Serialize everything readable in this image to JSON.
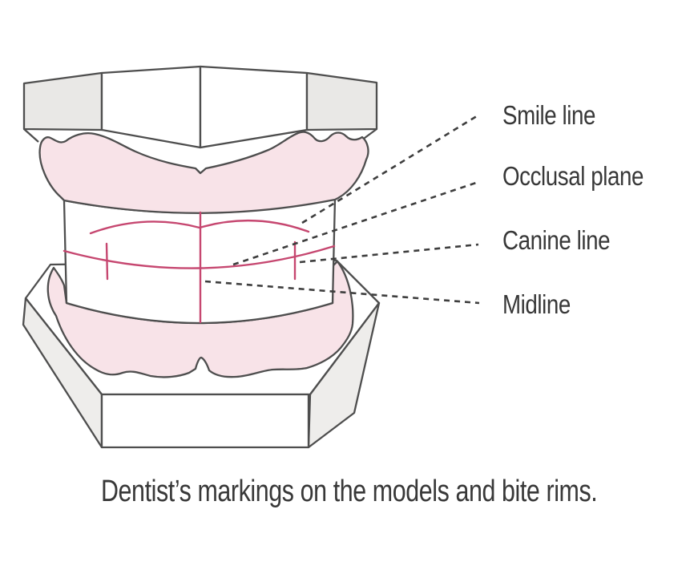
{
  "figure": {
    "caption": "Dentist’s markings on the models and bite rims.",
    "labels": [
      {
        "id": "smile-line",
        "text": "Smile line"
      },
      {
        "id": "occlusal-plane",
        "text": "Occlusal plane"
      },
      {
        "id": "canine-line",
        "text": "Canine line"
      },
      {
        "id": "midline",
        "text": "Midline"
      }
    ],
    "colors": {
      "marking_pink": "#c64770",
      "gum_pink": "#f8e3e8",
      "base_gray": "#e9e8e6",
      "bevel_gray": "#eeedeb",
      "outline_gray": "#4e4e4e",
      "leader_gray": "#3e3e3e",
      "text_color": "#383838",
      "background": "#ffffff"
    }
  }
}
